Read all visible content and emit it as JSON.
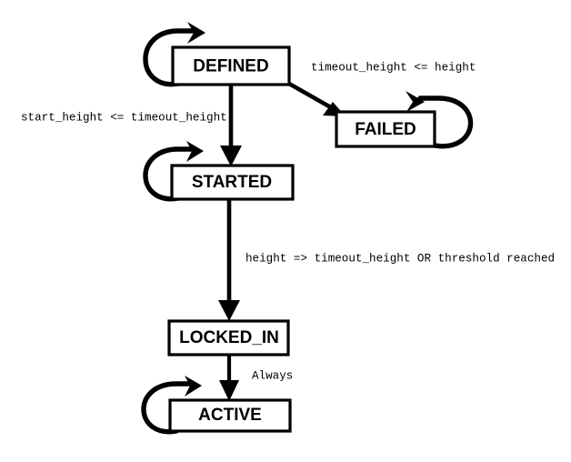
{
  "diagram": {
    "type": "state-machine",
    "title": "",
    "background_color": "#ffffff",
    "line_color": "#000000",
    "states": [
      {
        "id": "defined",
        "label": "DEFINED"
      },
      {
        "id": "failed",
        "label": "FAILED"
      },
      {
        "id": "started",
        "label": "STARTED"
      },
      {
        "id": "locked_in",
        "label": "LOCKED_IN"
      },
      {
        "id": "active",
        "label": "ACTIVE"
      }
    ],
    "transitions": [
      {
        "id": "defined-self",
        "from": "defined",
        "to": "defined",
        "label": ""
      },
      {
        "id": "defined-failed",
        "from": "defined",
        "to": "failed",
        "label": "timeout_height <= height"
      },
      {
        "id": "failed-self",
        "from": "failed",
        "to": "failed",
        "label": ""
      },
      {
        "id": "defined-started",
        "from": "defined",
        "to": "started",
        "label": "start_height <= timeout_height"
      },
      {
        "id": "started-self",
        "from": "started",
        "to": "started",
        "label": ""
      },
      {
        "id": "started-locked",
        "from": "started",
        "to": "locked_in",
        "label": "height => timeout_height OR threshold reached"
      },
      {
        "id": "locked-active",
        "from": "locked_in",
        "to": "active",
        "label": "Always"
      },
      {
        "id": "active-self",
        "from": "active",
        "to": "active",
        "label": ""
      }
    ]
  }
}
